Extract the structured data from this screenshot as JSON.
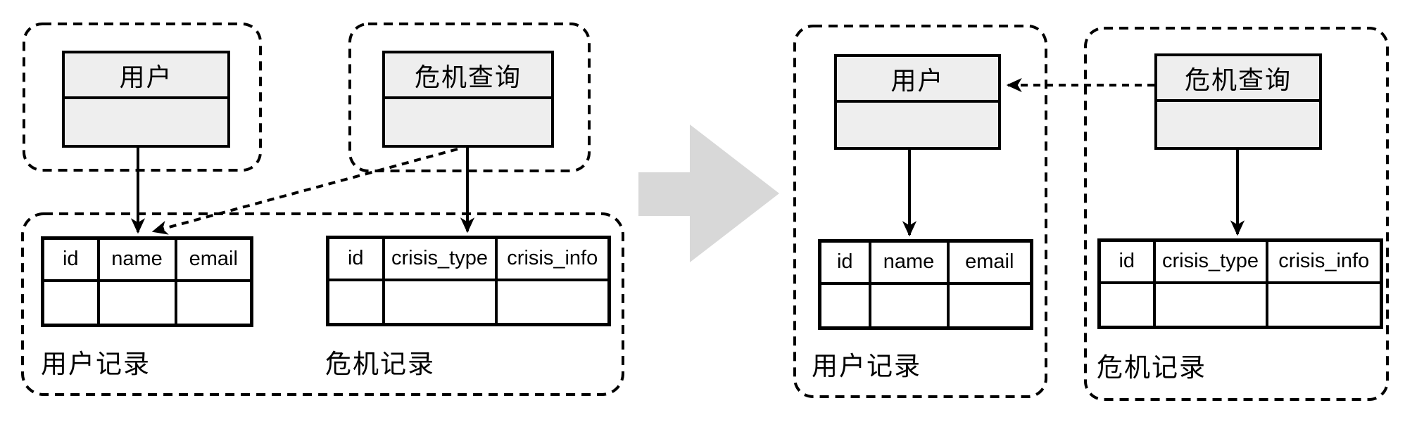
{
  "before": {
    "user_class": {
      "title": "用户"
    },
    "crisis_class": {
      "title": "危机查询"
    },
    "user_table": {
      "headers": [
        "id",
        "name",
        "email"
      ],
      "caption": "用户记录"
    },
    "crisis_table": {
      "headers": [
        "id",
        "crisis_type",
        "crisis_info"
      ],
      "caption": "危机记录"
    }
  },
  "after": {
    "user_class": {
      "title": "用户"
    },
    "crisis_class": {
      "title": "危机查询"
    },
    "user_table": {
      "headers": [
        "id",
        "name",
        "email"
      ],
      "caption": "用户记录"
    },
    "crisis_table": {
      "headers": [
        "id",
        "crisis_type",
        "crisis_info"
      ],
      "caption": "危机记录"
    }
  },
  "colors": {
    "class_box_fill": "#eeeeee",
    "line_stroke": "#000000",
    "transform_arrow_fill": "#d8d8d8",
    "background": "#ffffff"
  }
}
